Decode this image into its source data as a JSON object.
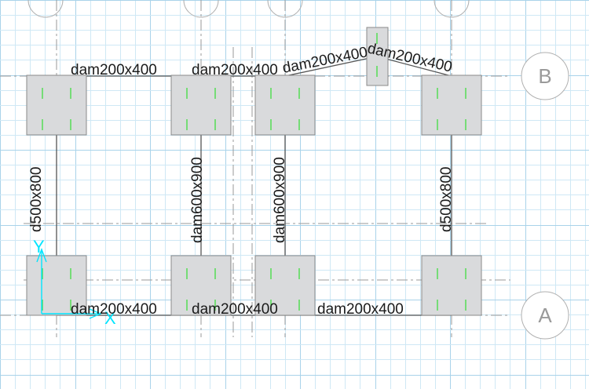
{
  "colors": {
    "background": "#ffffff",
    "grid_minor": "#cfe8f5",
    "grid_major": "#a9d3ea",
    "column_fill": "#d9dadc",
    "column_stroke": "#8a8a8a",
    "rebar": "#33dd33",
    "centerline": "#9a9a9a",
    "beam_line": "#555555",
    "bubble_stroke": "#b0b0b0",
    "axis": "#00e5ff",
    "text": "#1a1a1a"
  },
  "grid_bubbles": [
    {
      "id": "B",
      "label": "B"
    },
    {
      "id": "A",
      "label": "A"
    }
  ],
  "beams_horizontal": [
    {
      "id": "top-1",
      "label": "dam200x400"
    },
    {
      "id": "top-2",
      "label": "dam200x400"
    },
    {
      "id": "top-3",
      "label": "dam200x400"
    },
    {
      "id": "top-4",
      "label": "dam200x400"
    },
    {
      "id": "bottom-1",
      "label": "dam200x400"
    },
    {
      "id": "bottom-2",
      "label": "dam200x400"
    },
    {
      "id": "bottom-3",
      "label": "dam200x400"
    }
  ],
  "beams_vertical": [
    {
      "id": "v-1",
      "label": "d500x800"
    },
    {
      "id": "v-2",
      "label": "dam600x900"
    },
    {
      "id": "v-3",
      "label": "dam600x900"
    },
    {
      "id": "v-4",
      "label": "d500x800"
    }
  ],
  "axis_labels": {
    "x": "X",
    "y": "Y"
  },
  "icons": {
    "bubble": "grid-bubble-icon",
    "axis": "coordinate-axis-icon",
    "column": "column-section-icon"
  }
}
